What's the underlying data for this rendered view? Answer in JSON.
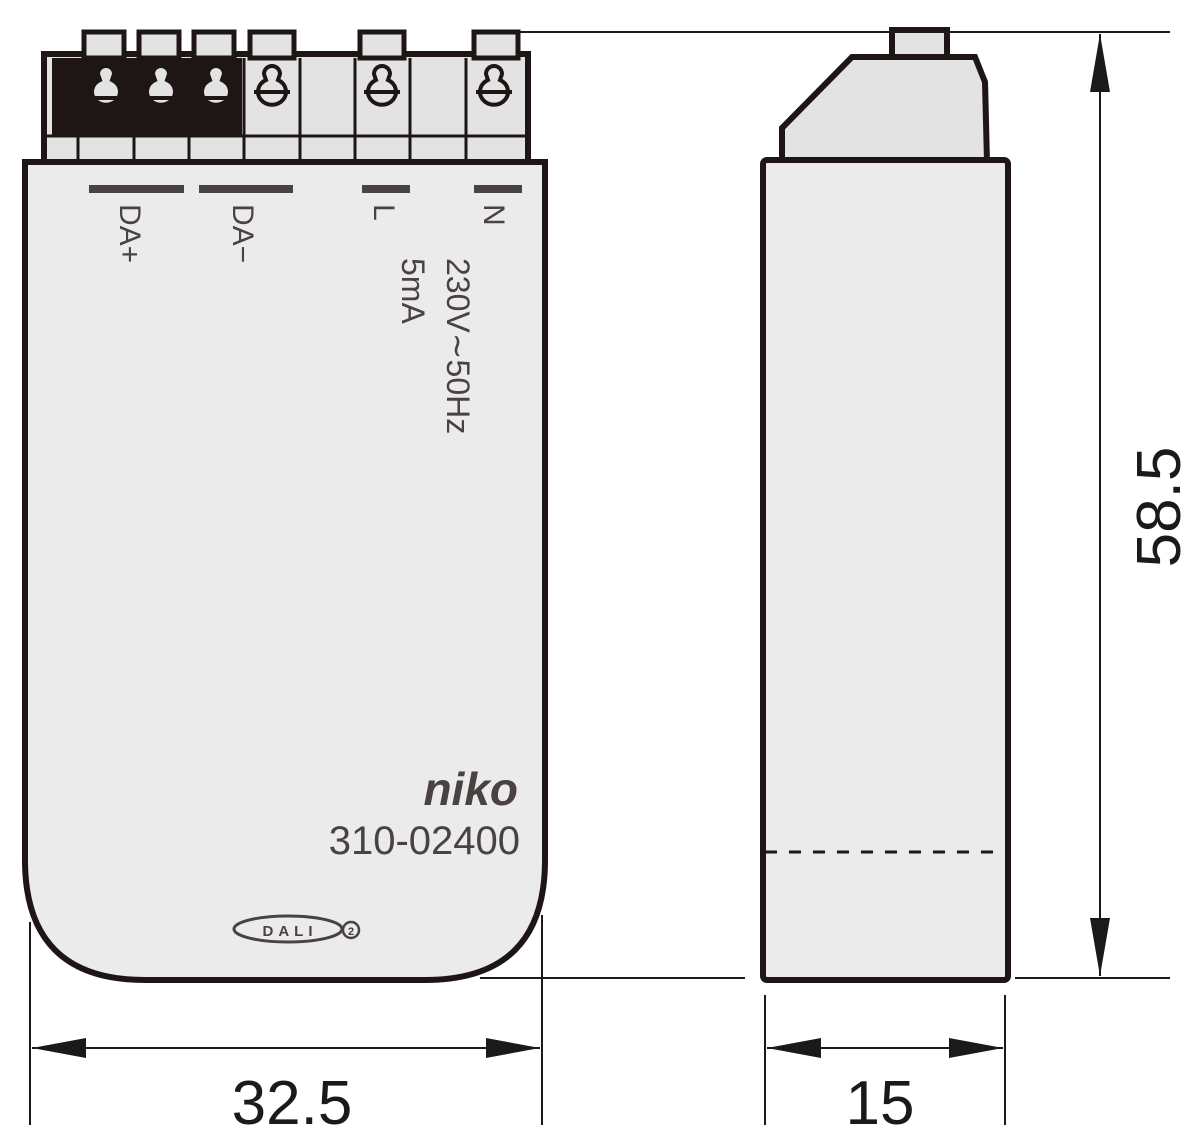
{
  "labels": {
    "da_plus": "DA+",
    "da_minus": "DA−",
    "l": "L",
    "n": "N",
    "rating_voltage": "230V∼50Hz",
    "rating_current": "5mA"
  },
  "brand": {
    "logo": "niko",
    "article_number": "310-02400",
    "certification_logo": "DALI 2"
  },
  "dimensions": {
    "width": "32.5",
    "depth": "15",
    "height": "58.5"
  },
  "colors": {
    "housing_fill": "#ebebeb",
    "housing_stroke": "#1e1614",
    "terminal_fill": "#e3e3e3",
    "text": "#4a4241",
    "dimension_lines": "#1a1a1a"
  }
}
